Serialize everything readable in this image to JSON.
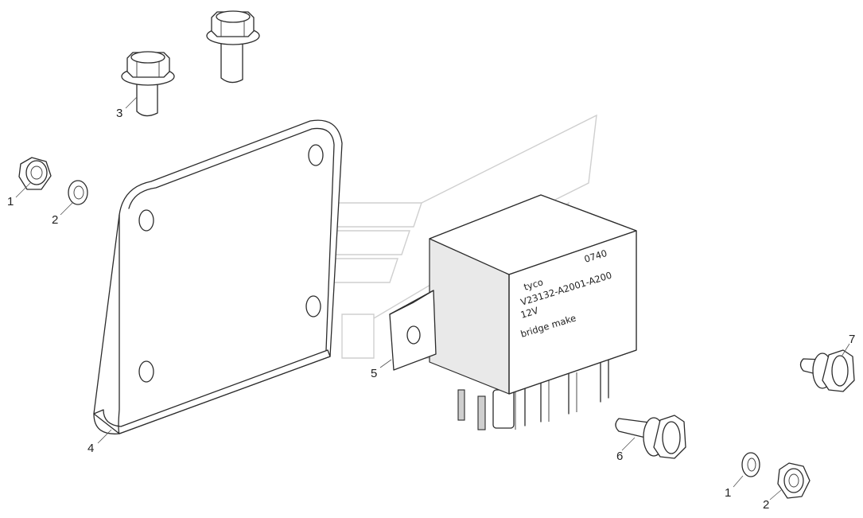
{
  "callouts": {
    "nut_left": "1",
    "washer_left": "2",
    "bolt_top": "3",
    "bracket": "4",
    "relay": "5",
    "bolt_mid": "6",
    "bolt_right": "7",
    "washer_right": "1",
    "nut_right": "2"
  },
  "relay_label": {
    "brand": "tyco",
    "code": "0740",
    "part": "V23132-A2001-A200",
    "voltage": "12V",
    "type": "bridge make"
  }
}
